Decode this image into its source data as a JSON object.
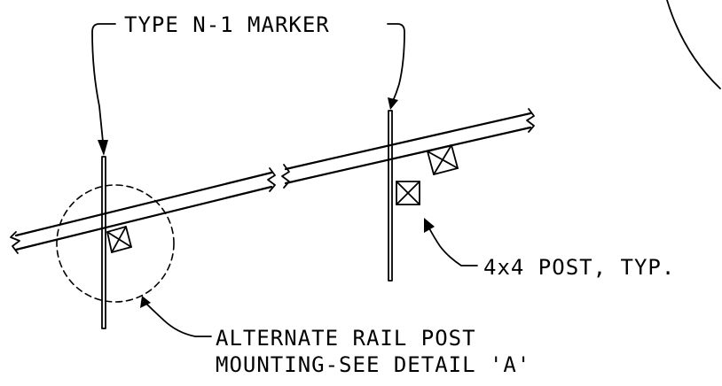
{
  "labels": {
    "marker": "TYPE N-1 MARKER",
    "post": "4x4 POST, TYP.",
    "alternate_line1": "ALTERNATE RAIL POST",
    "alternate_line2": "MOUNTING-SEE DETAIL 'A'"
  },
  "colors": {
    "ink": "#000000",
    "background": "#ffffff"
  }
}
